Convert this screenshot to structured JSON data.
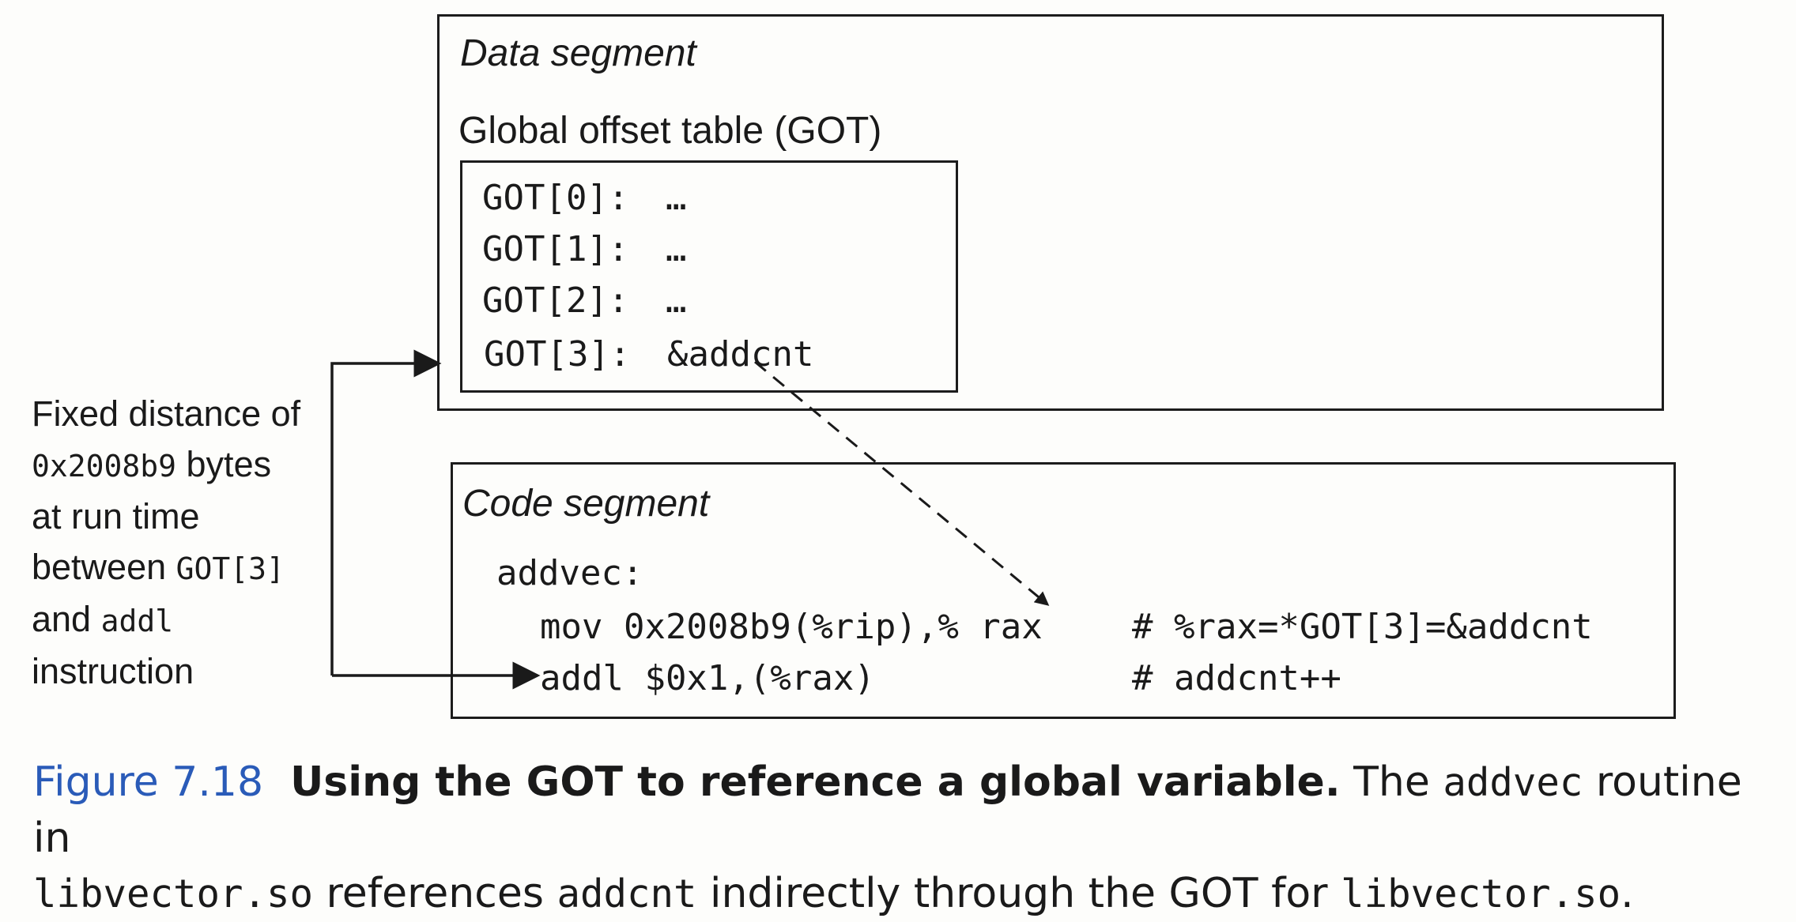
{
  "data_segment": {
    "title": "Data segment",
    "got_label": "Global offset table (GOT)",
    "got_entries": [
      {
        "name": "GOT[0]:",
        "value": "…"
      },
      {
        "name": "GOT[1]:",
        "value": "…"
      },
      {
        "name": "GOT[2]:",
        "value": "…"
      },
      {
        "name": "GOT[3]:",
        "value": "&addcnt"
      }
    ]
  },
  "code_segment": {
    "title": "Code segment",
    "label": "addvec:",
    "lines": [
      {
        "instr": "mov 0x2008b9(%rip),% rax",
        "comment": "# %rax=*GOT[3]=&addcnt"
      },
      {
        "instr": "addl $0x1,(%rax)",
        "comment": "# addcnt++"
      }
    ]
  },
  "side_note": {
    "line1": "Fixed distance of",
    "line2_code": "0x2008b9",
    "line2_text": " bytes",
    "line3": "at run time",
    "line4_text": "between ",
    "line4_code": "GOT[3]",
    "line5_text": "and ",
    "line5_code": "addl",
    "line6": "instruction"
  },
  "caption": {
    "figure_number": "Figure 7.18",
    "title": "Using the GOT to reference a global variable.",
    "t1": " The ",
    "c1": "addvec",
    "t2": " routine in ",
    "c2": "libvector.so",
    "t3": " references ",
    "c3": "addcnt",
    "t4": " indirectly through the GOT for ",
    "c4": "libvector.so",
    "t5": "."
  }
}
